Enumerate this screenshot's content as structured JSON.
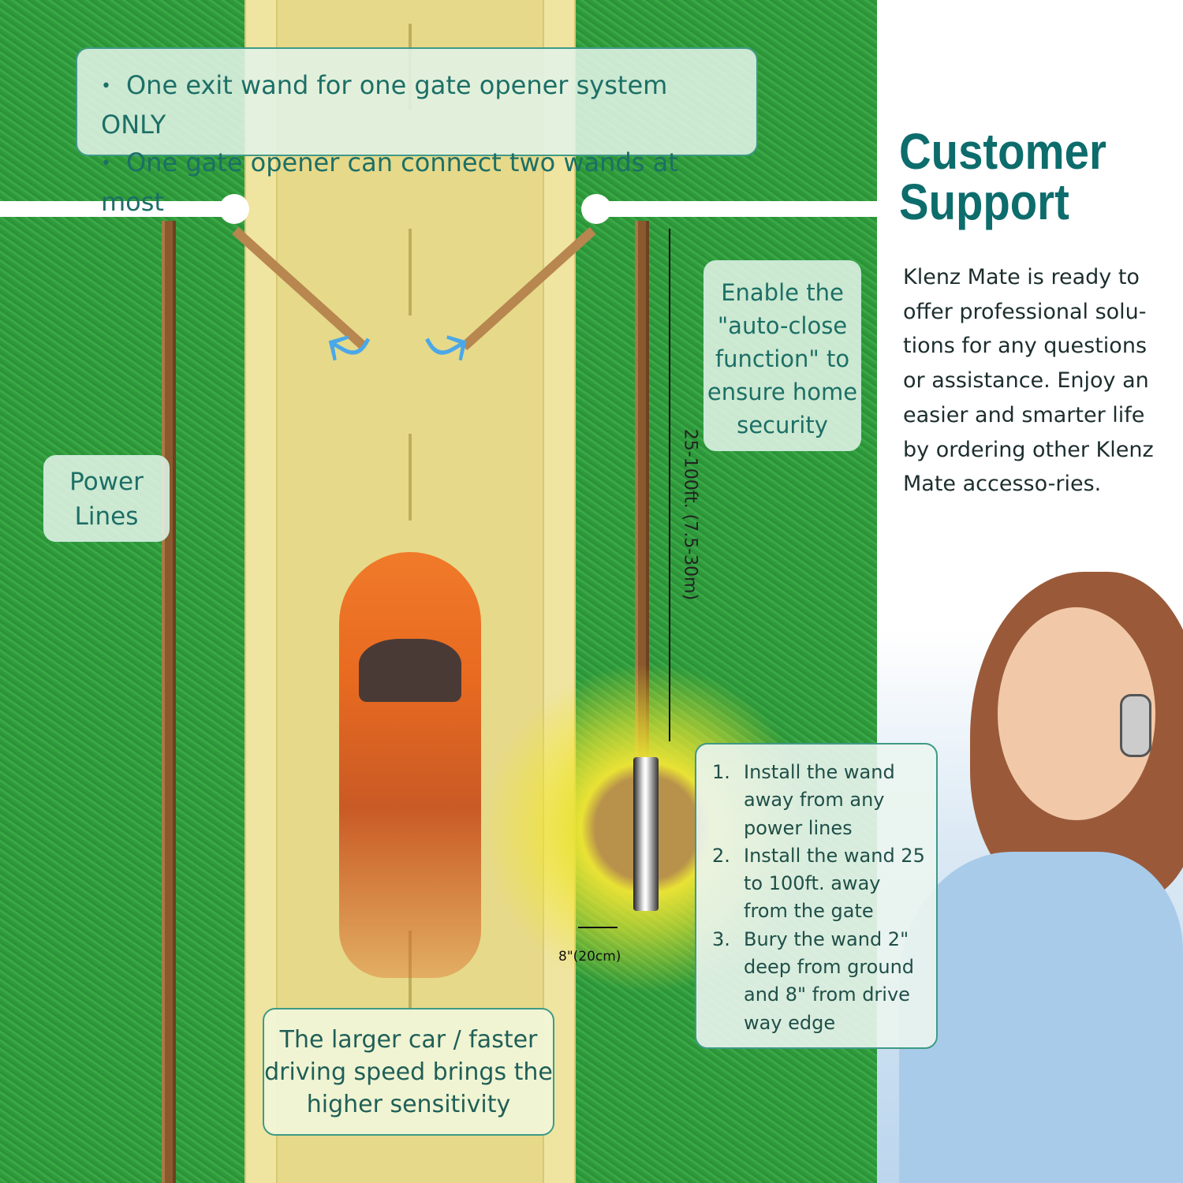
{
  "top_notes": [
    "One exit wand for one gate opener system ONLY",
    "One gate opener can connect two  wands at most"
  ],
  "auto_close": "Enable the \"auto-close function\" to ensure home security",
  "power_lines": "Power Lines",
  "distance_label": "25-100ft. (7.5-30m)",
  "edge_distance": "8\"(20cm)",
  "car_note": "The larger car / faster driving speed brings the higher sensitivity",
  "steps": [
    {
      "n": "1.",
      "text": "Install the wand away from any power lines"
    },
    {
      "n": "2.",
      "text": "Install the wand 25 to 100ft. away from the gate"
    },
    {
      "n": "3.",
      "text": "Bury the wand 2\" deep from ground and 8\" from drive way edge"
    }
  ],
  "support": {
    "title_line1": "Customer",
    "title_line2": "Support",
    "body": "Klenz Mate is ready to offer professional solu-tions for any questions or assistance. Enjoy an easier and smarter life by ordering other Klenz Mate accesso-ries."
  },
  "colors": {
    "grass": "#33a040",
    "road": "#e6d98a",
    "accent": "#0d6c6c",
    "car": "#e86a20"
  }
}
